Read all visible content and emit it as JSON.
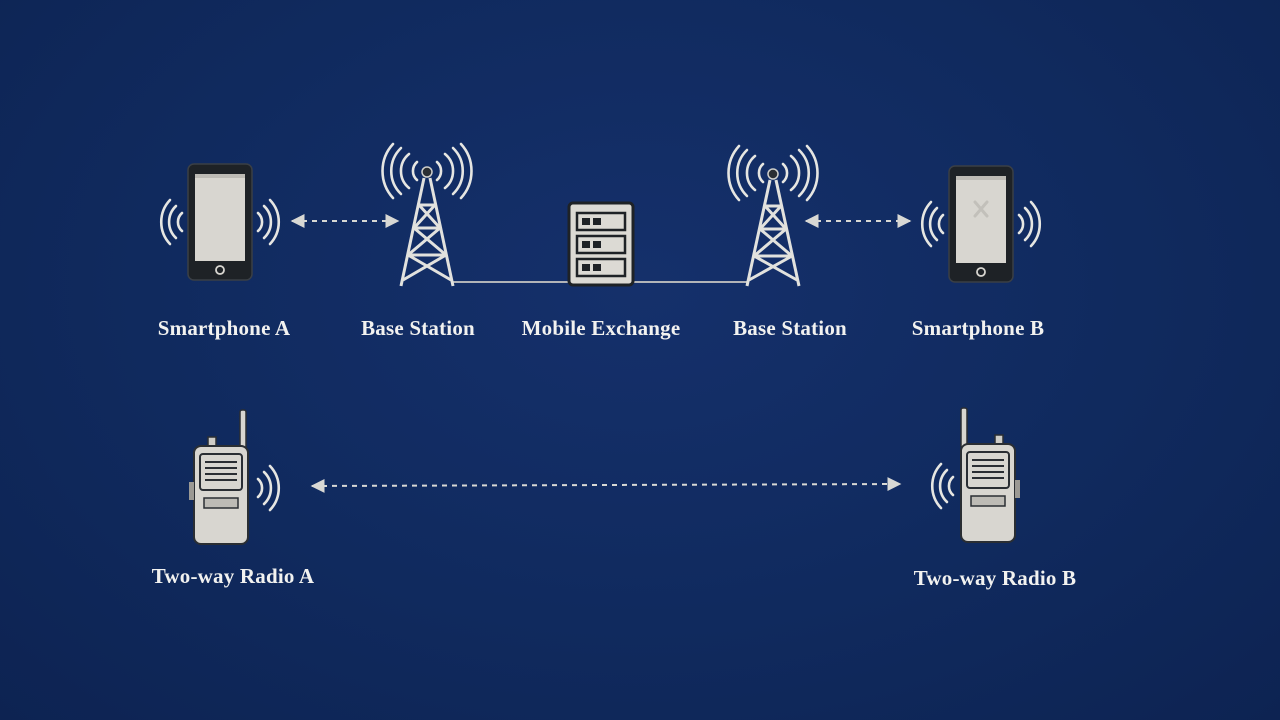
{
  "colors": {
    "background": "#102a5e",
    "device_fill": "#dcdad4",
    "device_body": "#1e2226",
    "line": "#d8d8d4"
  },
  "nodes": {
    "smartphone_a": {
      "label": "Smartphone A",
      "icon": "smartphone-icon"
    },
    "base_station_a": {
      "label": "Base Station",
      "icon": "cell-tower-icon"
    },
    "mobile_exchange": {
      "label": "Mobile Exchange",
      "icon": "server-icon"
    },
    "base_station_b": {
      "label": "Base Station",
      "icon": "cell-tower-icon"
    },
    "smartphone_b": {
      "label": "Smartphone B",
      "icon": "smartphone-icon"
    },
    "radio_a": {
      "label": "Two-way Radio A",
      "icon": "walkie-talkie-icon"
    },
    "radio_b": {
      "label": "Two-way Radio B",
      "icon": "walkie-talkie-icon"
    }
  },
  "edges": [
    {
      "from": "smartphone_a",
      "to": "base_station_a",
      "style": "dashed-bidirectional"
    },
    {
      "from": "base_station_a",
      "to": "mobile_exchange",
      "style": "solid"
    },
    {
      "from": "mobile_exchange",
      "to": "base_station_b",
      "style": "solid"
    },
    {
      "from": "base_station_b",
      "to": "smartphone_b",
      "style": "dashed-bidirectional"
    },
    {
      "from": "radio_a",
      "to": "radio_b",
      "style": "dashed-bidirectional"
    }
  ]
}
